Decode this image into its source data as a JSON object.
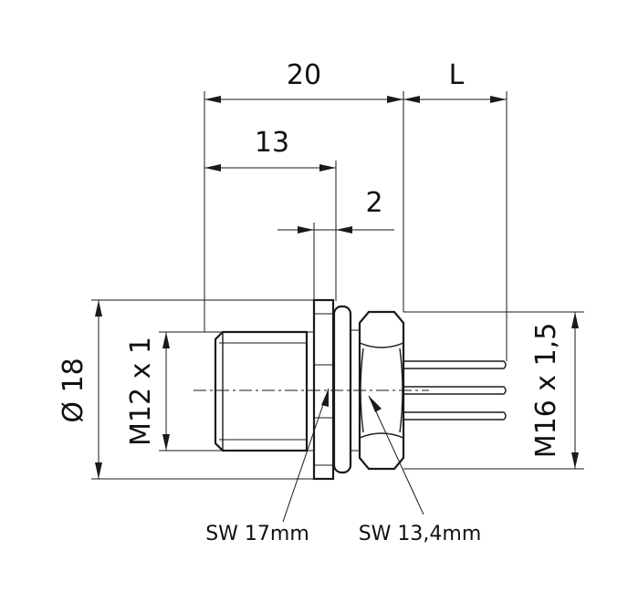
{
  "dimensions": {
    "overall_length": "20",
    "lead_length": "L",
    "thread_length": "13",
    "flange_thickness": "2",
    "outer_diameter": "Ø 18",
    "front_thread": "M12 x 1",
    "rear_thread": "M16 x 1,5"
  },
  "callouts": {
    "wrench_flange": "SW 17mm",
    "wrench_nut": "SW 13,4mm"
  }
}
